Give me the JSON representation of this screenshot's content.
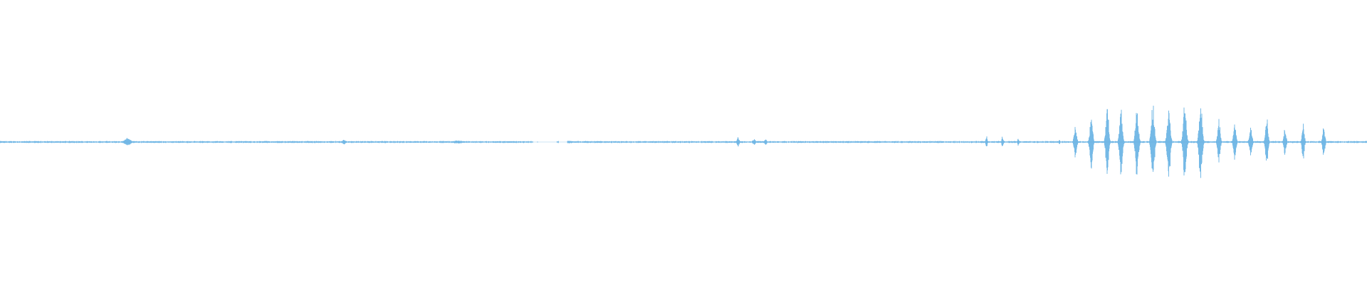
{
  "waveform": {
    "color": "#5dade2",
    "background": "#ffffff",
    "line_opacity": 0.85,
    "duration_seconds": 60,
    "baseline_amplitude": 0.006,
    "gaps": [
      [
        23.4,
        24.9
      ]
    ],
    "events": [
      {
        "t": 5.6,
        "amp": 0.03,
        "width": 0.55
      },
      {
        "t": 15.1,
        "amp": 0.018,
        "width": 0.3
      },
      {
        "t": 20.1,
        "amp": 0.014,
        "width": 0.8
      },
      {
        "t": 25.0,
        "amp": 0.01,
        "width": 0.7
      },
      {
        "t": 32.4,
        "amp": 0.04,
        "width": 0.18
      },
      {
        "t": 33.1,
        "amp": 0.025,
        "width": 0.25
      },
      {
        "t": 33.6,
        "amp": 0.03,
        "width": 0.18
      },
      {
        "t": 43.3,
        "amp": 0.045,
        "width": 0.14
      },
      {
        "t": 44.0,
        "amp": 0.045,
        "width": 0.14
      },
      {
        "t": 44.7,
        "amp": 0.03,
        "width": 0.14
      },
      {
        "t": 46.5,
        "amp": 0.018,
        "width": 0.1
      },
      {
        "t": 47.2,
        "amp": 0.12,
        "width": 0.22
      },
      {
        "t": 47.9,
        "amp": 0.21,
        "width": 0.24
      },
      {
        "t": 48.6,
        "amp": 0.3,
        "width": 0.24
      },
      {
        "t": 49.2,
        "amp": 0.3,
        "width": 0.24
      },
      {
        "t": 49.9,
        "amp": 0.28,
        "width": 0.26
      },
      {
        "t": 50.6,
        "amp": 0.32,
        "width": 0.26
      },
      {
        "t": 51.3,
        "amp": 0.3,
        "width": 0.26
      },
      {
        "t": 52.0,
        "amp": 0.3,
        "width": 0.26
      },
      {
        "t": 52.7,
        "amp": 0.33,
        "width": 0.26
      },
      {
        "t": 53.5,
        "amp": 0.19,
        "width": 0.22
      },
      {
        "t": 54.2,
        "amp": 0.16,
        "width": 0.22
      },
      {
        "t": 54.9,
        "amp": 0.12,
        "width": 0.22
      },
      {
        "t": 55.6,
        "amp": 0.19,
        "width": 0.22
      },
      {
        "t": 56.4,
        "amp": 0.12,
        "width": 0.2
      },
      {
        "t": 57.2,
        "amp": 0.14,
        "width": 0.2
      },
      {
        "t": 58.1,
        "amp": 0.12,
        "width": 0.2
      }
    ]
  }
}
